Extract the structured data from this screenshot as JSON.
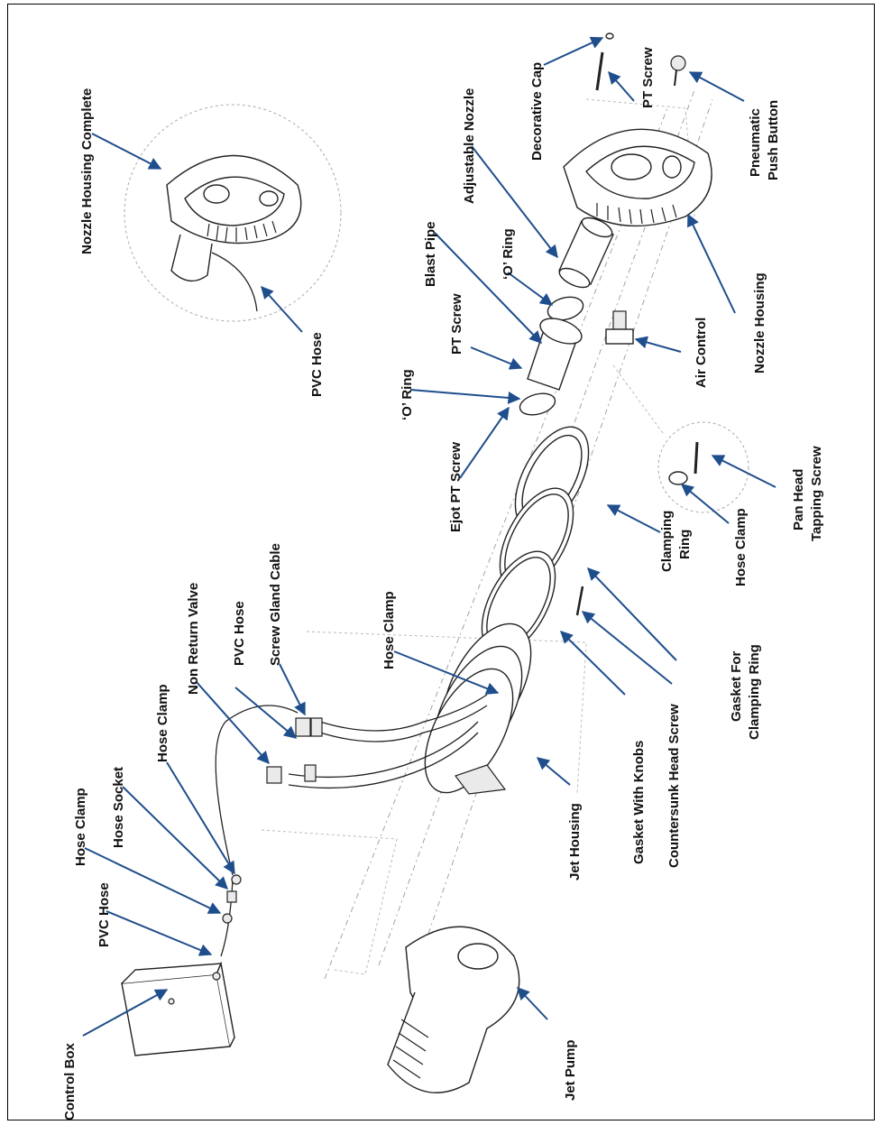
{
  "labels": {
    "nozzle_housing_complete": "Nozzle Housing Complete",
    "pvc_hose_inset": "PVC Hose",
    "decorative_cap": "Decorative Cap",
    "pt_screw_top": "PT Screw",
    "pneumatic_push_button": "Pneumatic Push Button",
    "adjustable_nozzle": "Adjustable Nozzle",
    "nozzle_housing": "Nozzle Housing",
    "o_ring_upper": "‘O’ Ring",
    "blast_pipe": "Blast Pipe",
    "pt_screw_middle": "PT Screw",
    "air_control": "Air Control",
    "o_ring_lower": "‘O’ Ring",
    "ejot_pt_screw": "Ejot PT Screw",
    "pan_head_tapping_screw": "Pan Head Tapping Screw",
    "hose_clamp_inset": "Hose Clamp",
    "clamping_ring": "Clamping Ring",
    "screw_gland_cable": "Screw Gland Cable",
    "gasket_for_clamping_ring": "Gasket For Clamping Ring",
    "countersunk_head_screw": "Countersunk Head Screw",
    "gasket_with_knobs": "Gasket With Knobs",
    "hose_clamp_housing": "Hose Clamp",
    "non_return_valve": "Non Return Valve",
    "pvc_hose_mid": "PVC Hose",
    "jet_housing": "Jet Housing",
    "hose_clamp_left_1": "Hose Clamp",
    "hose_socket": "Hose Socket",
    "hose_clamp_left_2": "Hose Clamp",
    "pvc_hose_left": "PVC Hose",
    "control_box": "Control Box",
    "jet_pump": "Jet Pump"
  },
  "colors": {
    "leader": "#1f4e8c",
    "line": "#222222",
    "frame": "#000000"
  }
}
